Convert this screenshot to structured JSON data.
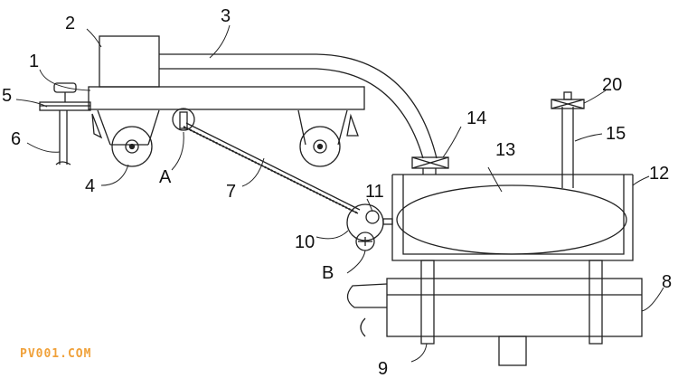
{
  "labels": {
    "l1": "1",
    "l2": "2",
    "l3": "3",
    "l4": "4",
    "l5": "5",
    "l6": "6",
    "l7": "7",
    "l8": "8",
    "l9": "9",
    "l10": "10",
    "l11": "11",
    "l12": "12",
    "l13": "13",
    "l14": "14",
    "l15": "15",
    "l20": "20",
    "lA": "A",
    "lB": "B"
  },
  "watermark": "PV001.COM",
  "colors": {
    "line": "#222222",
    "watermark": "#f0a13a"
  }
}
